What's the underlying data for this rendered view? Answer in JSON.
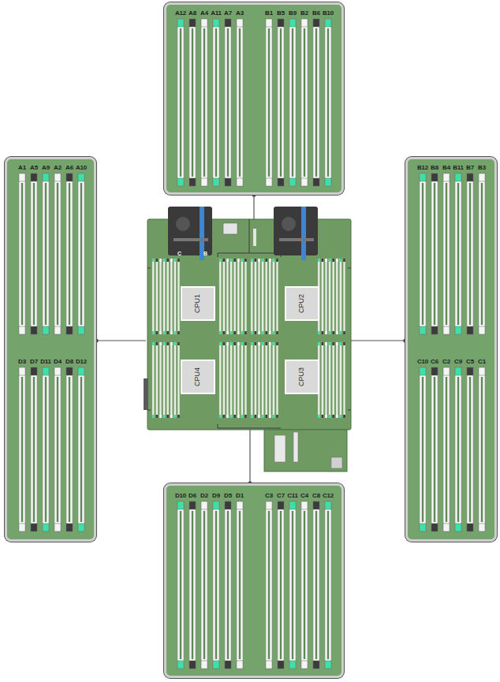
{
  "diagram": {
    "nodes": [
      {
        "text": [
          "A12",
          "A8",
          "A4",
          "A11",
          "A7",
          "A3",
          "B1",
          "B5",
          "B9",
          "B2",
          "B6",
          "B10"
        ]
      },
      {
        "text": [
          "A1",
          "A5",
          "A9",
          "A2",
          "A6",
          "A10",
          "D3",
          "D7",
          "D11",
          "D4",
          "D8",
          "D12"
        ]
      },
      {
        "text": [
          "CPU1",
          "CPU2",
          "CPU4",
          "CPU3"
        ]
      },
      {
        "text": [
          "B12",
          "B8",
          "B4",
          "B11",
          "B7",
          "B3",
          "C10",
          "C6",
          "C2",
          "C9",
          "C5",
          "C1"
        ]
      },
      {
        "text": [
          "D10",
          "D6",
          "D2",
          "D9",
          "D5",
          "D1",
          "C3",
          "C7",
          "C11",
          "C4",
          "C8",
          "C12"
        ]
      }
    ],
    "edges": [
      {
        "from": 0,
        "to": 2,
        "arrow": "none"
      },
      {
        "from": 1,
        "to": 2,
        "arrow": "none"
      },
      {
        "from": 3,
        "to": 2,
        "arrow": "none"
      },
      {
        "from": 4,
        "to": 2,
        "arrow": "none"
      }
    ],
    "labels": [
      "C",
      "B"
    ]
  }
}
